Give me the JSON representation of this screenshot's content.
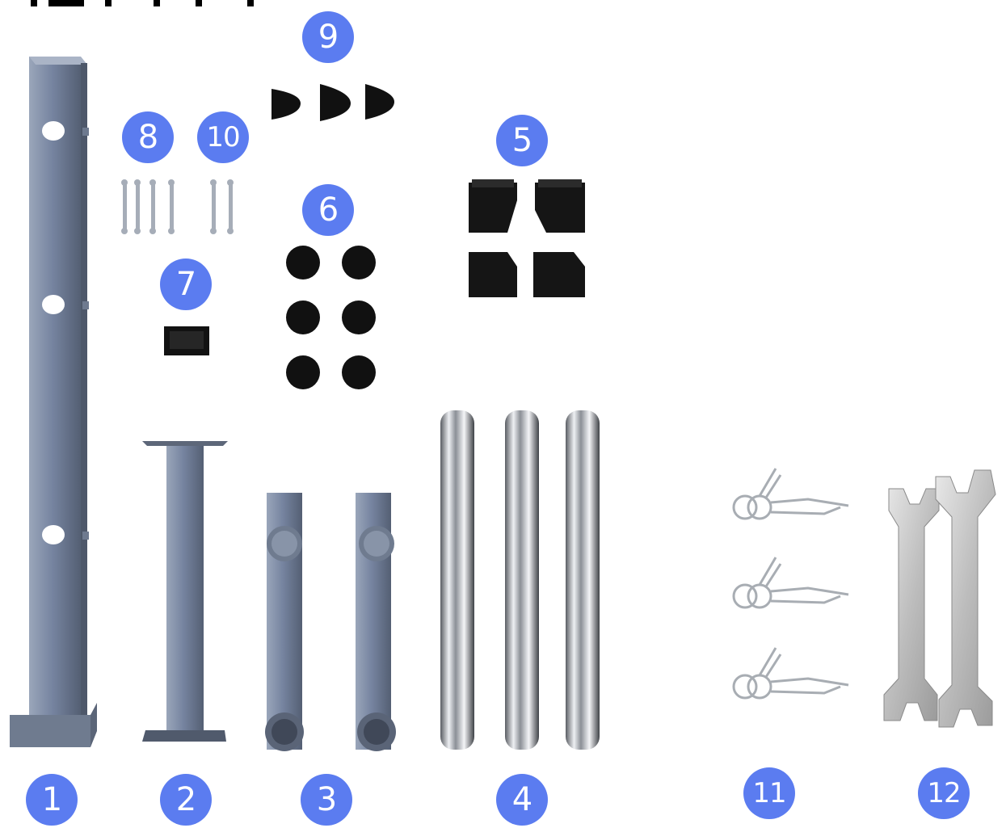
{
  "badges": {
    "b1": "1",
    "b2": "2",
    "b3": "3",
    "b4": "4",
    "b5": "5",
    "b6": "6",
    "b7": "7",
    "b8": "8",
    "b9": "9",
    "b10": "10",
    "b11": "11",
    "b12": "12"
  },
  "colors": {
    "badge": "#5b7cf0",
    "post": "#6f7d94",
    "rubber": "#111111",
    "chrome": "#b9bcc2",
    "wrench": "#c9c9c9"
  }
}
